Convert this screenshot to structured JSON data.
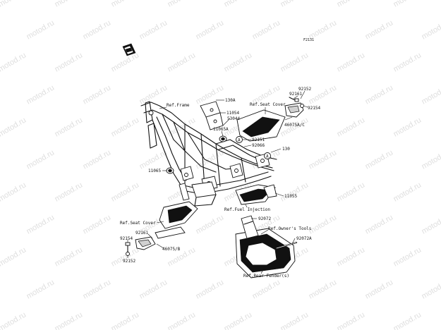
{
  "diagram": {
    "code": "F2131",
    "watermark": "motod.ru"
  },
  "callouts": [
    {
      "id": "ref-frame",
      "text": "Ref.Frame"
    },
    {
      "id": "p130a",
      "text": "130A"
    },
    {
      "id": "p11054",
      "text": "11054"
    },
    {
      "id": "p53044",
      "text": "53044"
    },
    {
      "id": "p11065a",
      "text": "11065A"
    },
    {
      "id": "ref-seat-cover-r",
      "text": "Ref.Seat Cover"
    },
    {
      "id": "p92152-r",
      "text": "92152"
    },
    {
      "id": "p92161-r",
      "text": "92161"
    },
    {
      "id": "p92154-r",
      "text": "92154"
    },
    {
      "id": "p46075ac",
      "text": "46075A/C"
    },
    {
      "id": "p92151",
      "text": "92151"
    },
    {
      "id": "p92066",
      "text": "92066"
    },
    {
      "id": "p130",
      "text": "130"
    },
    {
      "id": "p11065",
      "text": "11065"
    },
    {
      "id": "p11055",
      "text": "11055"
    },
    {
      "id": "ref-fuel",
      "text": "Ref.Fuel Injection"
    },
    {
      "id": "ref-seat-cover-l",
      "text": "Ref.Seat Cover"
    },
    {
      "id": "p92072",
      "text": "92072"
    },
    {
      "id": "ref-owners-tools",
      "text": "Ref.Owner's Tools"
    },
    {
      "id": "p92161-l",
      "text": "92161"
    },
    {
      "id": "p92072a",
      "text": "92072A"
    },
    {
      "id": "p46075b",
      "text": "46075/B"
    },
    {
      "id": "p92154-l",
      "text": "92154"
    },
    {
      "id": "p92152-l",
      "text": "92152"
    },
    {
      "id": "ref-rear-fender",
      "text": "Ref.Rear Fender(s)"
    }
  ],
  "markers": [
    {
      "id": "A1",
      "text": "A"
    },
    {
      "id": "A2",
      "text": "A"
    }
  ]
}
